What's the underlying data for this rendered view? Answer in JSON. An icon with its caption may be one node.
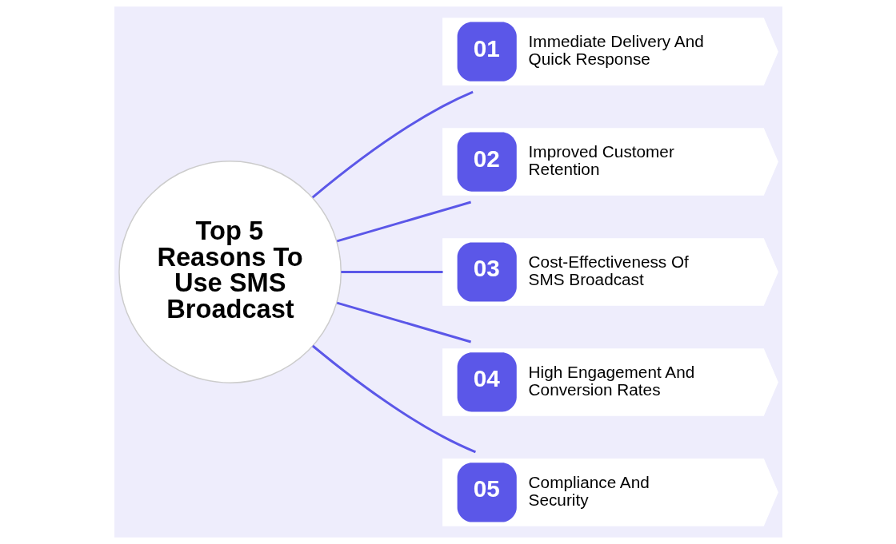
{
  "diagram": {
    "nodes": [
      {
        "text": [
          "Top 5 Reasons To Use SMS Broadcast"
        ]
      },
      {
        "text": [
          "01",
          "Immediate Delivery And Quick Response"
        ]
      },
      {
        "text": [
          "02",
          "Improved Customer Retention"
        ]
      },
      {
        "text": [
          "03",
          "Cost-Effectiveness Of SMS Broadcast"
        ]
      },
      {
        "text": [
          "04",
          "High Engagement And Conversion Rates"
        ]
      },
      {
        "text": [
          "05",
          "Compliance And Security"
        ]
      }
    ],
    "edges": [
      {
        "from": 0,
        "to": 1,
        "arrow": "none"
      },
      {
        "from": 0,
        "to": 2,
        "arrow": "none"
      },
      {
        "from": 0,
        "to": 3,
        "arrow": "none"
      },
      {
        "from": 0,
        "to": 4,
        "arrow": "none"
      },
      {
        "from": 0,
        "to": 5,
        "arrow": "none"
      }
    ]
  }
}
